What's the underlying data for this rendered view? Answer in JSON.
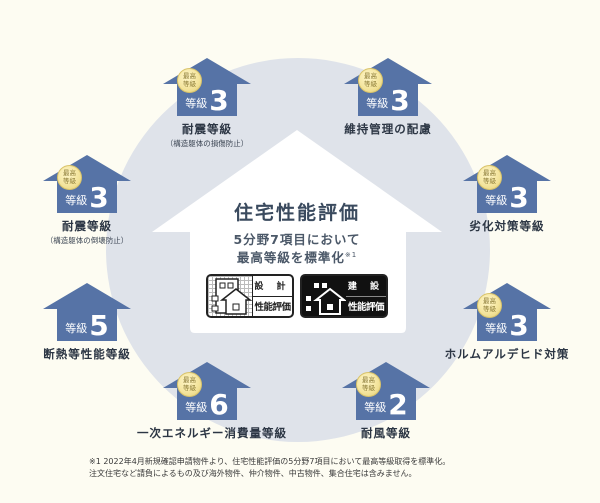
{
  "colors": {
    "background": "#fdfcf2",
    "circle": "#dfe3ea",
    "house_blue": "#5673a6",
    "badge_gold": "#f3e39a",
    "text_dark": "#2c3644"
  },
  "center": {
    "title": "住宅性能評価",
    "line1": "5分野7項目において",
    "line2": "最高等級を標準化",
    "note_ref": "※1",
    "logo_design": {
      "top": "設 計",
      "bottom": "性能評価",
      "icon": "building-house-icon"
    },
    "logo_build": {
      "top": "建 設",
      "bottom": "性能評価",
      "icon": "building-house-icon"
    }
  },
  "badge_text": {
    "line1": "最高",
    "line2": "等級"
  },
  "items": [
    {
      "id": "seismic-collapse",
      "title": "耐震等級",
      "subtitle": "（構造躯体の倒壊防止）",
      "grade_label": "等級",
      "grade": "3",
      "top_grade": true
    },
    {
      "id": "seismic-damage",
      "title": "耐震等級",
      "subtitle": "（構造躯体の損傷防止）",
      "grade_label": "等級",
      "grade": "3",
      "top_grade": true
    },
    {
      "id": "maintenance",
      "title": "維持管理の配慮",
      "subtitle": "",
      "grade_label": "等級",
      "grade": "3",
      "top_grade": true
    },
    {
      "id": "deterioration",
      "title": "劣化対策等級",
      "subtitle": "",
      "grade_label": "等級",
      "grade": "3",
      "top_grade": true
    },
    {
      "id": "insulation",
      "title": "断熱等性能等級",
      "subtitle": "",
      "grade_label": "等級",
      "grade": "5",
      "top_grade": false
    },
    {
      "id": "formaldehyde",
      "title": "ホルムアルデヒド対策",
      "subtitle": "",
      "grade_label": "等級",
      "grade": "3",
      "top_grade": true
    },
    {
      "id": "energy",
      "title": "一次エネルギー消費量等級",
      "subtitle": "",
      "grade_label": "等級",
      "grade": "6",
      "top_grade": true
    },
    {
      "id": "wind",
      "title": "耐風等級",
      "subtitle": "",
      "grade_label": "等級",
      "grade": "2",
      "top_grade": true
    }
  ],
  "footnote": {
    "line1": "※1  2022年4月新規確認申請物件より、住宅性能評価の5分野7項目において最高等級取得を標準化。",
    "line2": "注文住宅など請負によるもの及び海外物件、仲介物件、中古物件、集合住宅は含みません。"
  }
}
